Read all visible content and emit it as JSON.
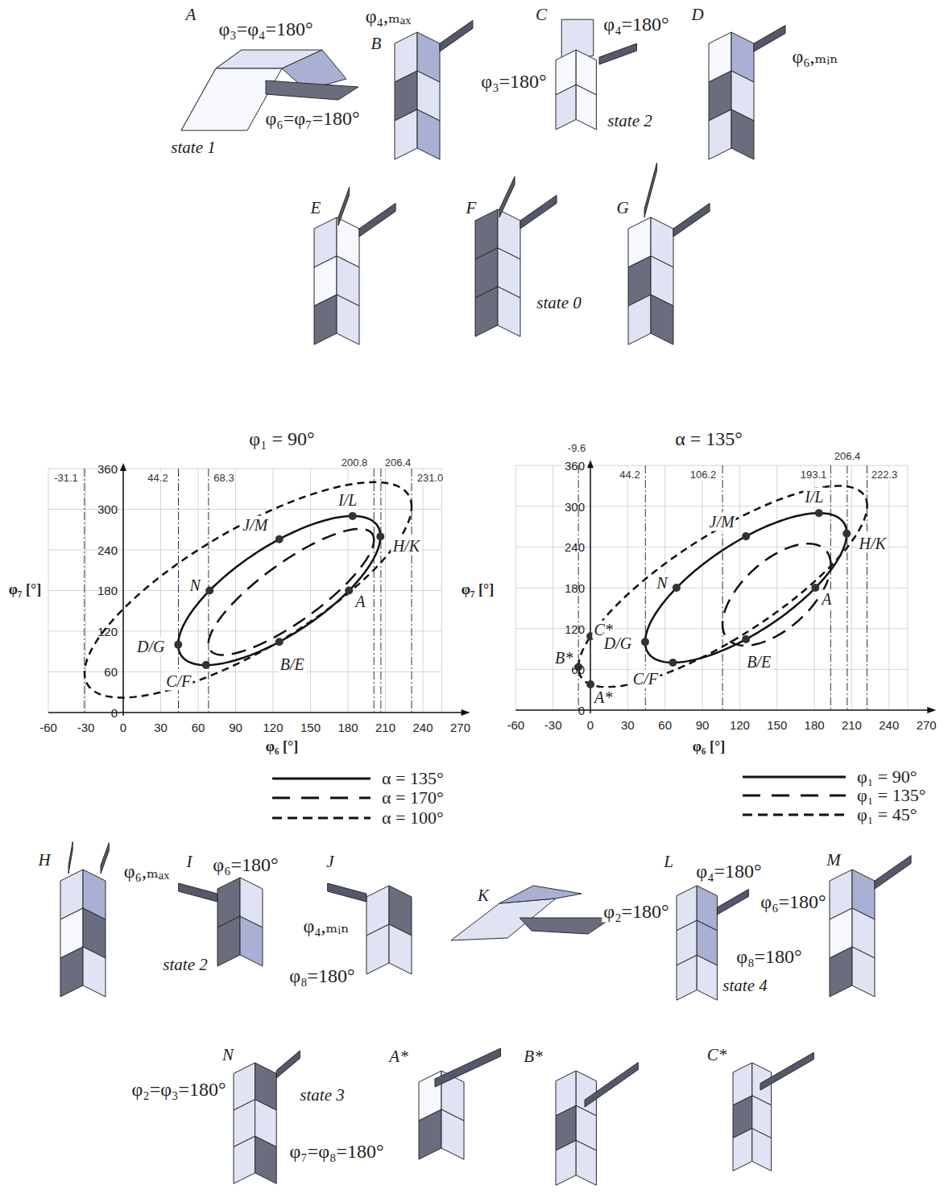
{
  "diagram": {
    "labels": [
      "A",
      "φ₃=φ₄=180°",
      "state 1",
      "φ₆=φ₇=180°",
      "B",
      "φ₄,ₘₐₓ",
      "C",
      "φ₄=180°",
      "φ₃=180°",
      "state 2",
      "D",
      "φ₆,ₘᵢₙ",
      "E",
      "F",
      "state 0",
      "G",
      "φ₁ = 90°",
      "0",
      "60",
      "120",
      "180",
      "240",
      "300",
      "360",
      "-60",
      "-30",
      "0",
      "30",
      "60",
      "90",
      "120",
      "150",
      "180",
      "210",
      "240",
      "270",
      "φ₇ [°]",
      "φ₆ [°]",
      "-31.1",
      "44.2",
      "68.3",
      "200.8",
      "206.4",
      "231.0",
      "I/L",
      "J/M",
      "H/K",
      "N",
      "A",
      "D/G",
      "C/F",
      "B/E",
      "α = 135°",
      "0",
      "60",
      "120",
      "180",
      "240",
      "300",
      "360",
      "-60",
      "-30",
      "0",
      "30",
      "60",
      "90",
      "120",
      "150",
      "180",
      "210",
      "240",
      "270",
      "φ₇ [°]",
      "φ₆ [°]",
      "-9.6",
      "44.2",
      "106.2",
      "193.1",
      "206.4",
      "222.3",
      "I/L",
      "J/M",
      "H/K",
      "N",
      "A",
      "C*",
      "B*",
      "A*",
      "D/G",
      "C/F",
      "B/E",
      "H",
      "φ₆,ₘₐₓ",
      "I",
      "φ₆=180°",
      "state 2",
      "φ₈=180°",
      "J",
      "φ₄,ₘᵢₙ",
      "K",
      "L",
      "φ₄=180°",
      "φ₂=180°",
      "φ₆=180°",
      "φ₈=180°",
      "state 4",
      "M",
      "N",
      "φ₂=φ₃=180°",
      "state 3",
      "φ₇=φ₈=180°",
      "A*",
      "B*",
      "C*"
    ],
    "legend": [
      {
        "text": "α = 135°"
      },
      {
        "text": "α = 170°"
      },
      {
        "text": "α = 100°"
      },
      {
        "text": "φ₁ = 90°"
      },
      {
        "text": "φ₁ = 135°"
      },
      {
        "text": "φ₁ = 45°"
      }
    ]
  }
}
